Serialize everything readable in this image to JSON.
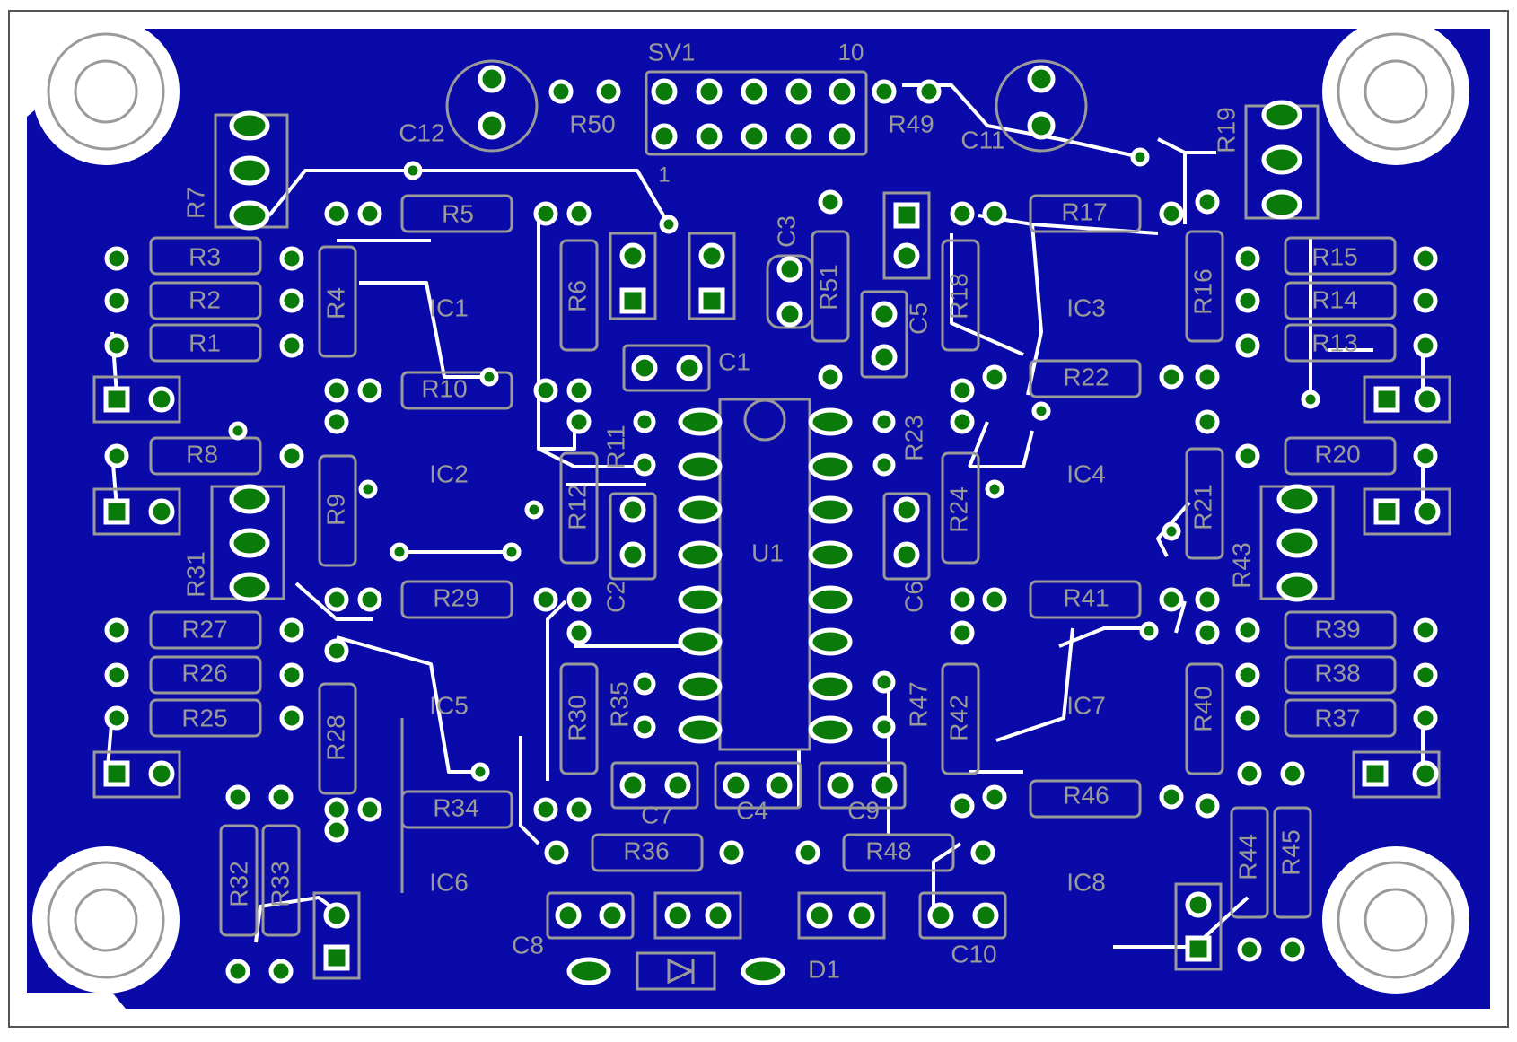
{
  "colors": {
    "copper": "#0a0aa8",
    "silkscreen": "#9a9a9a",
    "pad": "#0a7a0a",
    "trace": "#ffffff",
    "board_edge": "#555555"
  },
  "labels": {
    "sv1": "SV1",
    "pin1": "1",
    "pin10": "10",
    "c12": "C12",
    "c11": "C11",
    "r50": "R50",
    "r49": "R49",
    "r7": "R7",
    "r19": "R19",
    "r5": "R5",
    "r17": "R17",
    "r3": "R3",
    "r2": "R2",
    "r1": "R1",
    "r4": "R4",
    "r6": "R6",
    "r15": "R15",
    "r14": "R14",
    "r13": "R13",
    "r16": "R16",
    "ic1": "IC1",
    "ic3": "IC3",
    "c3": "C3",
    "r51": "R51",
    "c5": "C5",
    "r18": "R18",
    "r10": "R10",
    "c1": "C1",
    "r22": "R22",
    "r11": "R11",
    "r23": "R23",
    "r8": "R8",
    "r9": "R9",
    "ic2": "IC2",
    "r12": "R12",
    "u1": "U1",
    "r24": "R24",
    "ic4": "IC4",
    "r20": "R20",
    "r21": "R21",
    "c2": "C2",
    "c6": "C6",
    "r31": "R31",
    "r43": "R43",
    "r29": "R29",
    "r41": "R41",
    "r27": "R27",
    "r26": "R26",
    "r25": "R25",
    "r39": "R39",
    "r38": "R38",
    "r37": "R37",
    "ic5": "IC5",
    "ic7": "IC7",
    "r28": "R28",
    "r30": "R30",
    "r35": "R35",
    "r47": "R47",
    "r42": "R42",
    "r40": "R40",
    "r34": "R34",
    "c7": "C7",
    "c4": "C4",
    "c9": "C9",
    "r46": "R46",
    "r36": "R36",
    "r48": "R48",
    "r32": "R32",
    "r33": "R33",
    "ic6": "IC6",
    "ic8": "IC8",
    "r44": "R44",
    "r45": "R45",
    "c8": "C8",
    "c10": "C10",
    "d1": "D1"
  }
}
